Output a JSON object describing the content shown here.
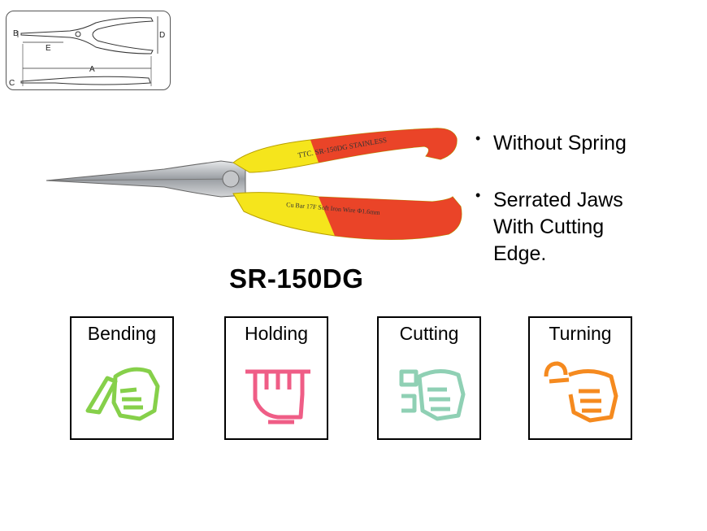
{
  "diagram": {
    "labels": {
      "a": "A",
      "b": "B",
      "c": "C",
      "d": "D",
      "e": "E"
    }
  },
  "product": {
    "handle_text_top": "TTC. SR-150DG STAINLESS",
    "handle_text_bottom": "Cu Bar 17F Soft Iron Wire Φ1.6mm",
    "colors": {
      "handle_red": "#e8282a",
      "handle_yellow": "#f5e51c",
      "metal": "#b9bcc0"
    }
  },
  "features": [
    {
      "text": "Without  Spring"
    },
    {
      "text": "Serrated  Jaws\nWith Cutting\nEdge."
    }
  ],
  "model_number": "SR-150DG",
  "functions": [
    {
      "label": "Bending",
      "icon": "bending-hand-icon",
      "color": "#86d04a"
    },
    {
      "label": "Holding",
      "icon": "holding-fist-icon",
      "color": "#ef5d86"
    },
    {
      "label": "Cutting",
      "icon": "cutting-hand-icon",
      "color": "#8fd0b4"
    },
    {
      "label": "Turning",
      "icon": "turning-hand-icon",
      "color": "#f58a1f"
    }
  ]
}
